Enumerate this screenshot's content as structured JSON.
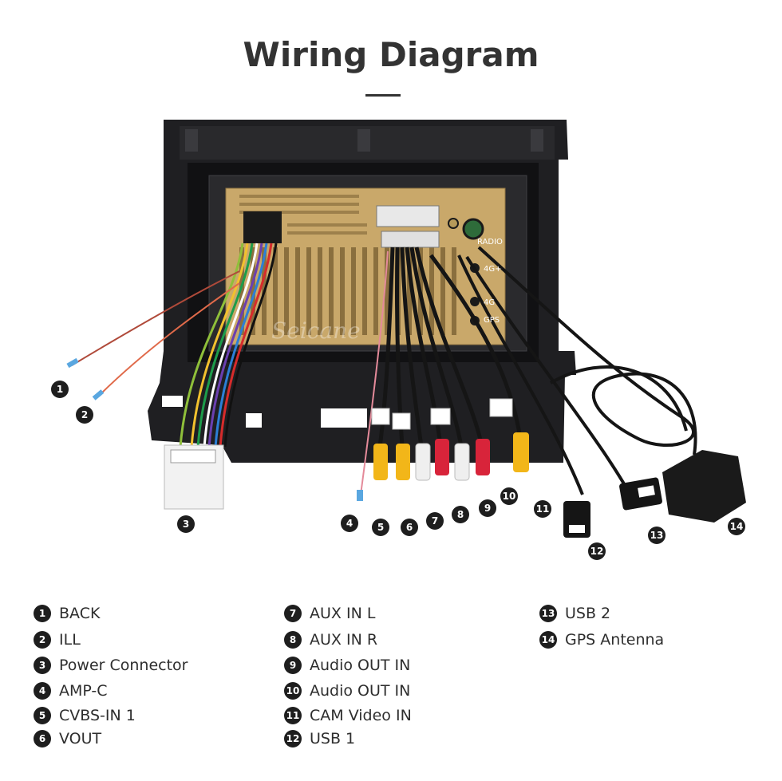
{
  "header": {
    "title": "Wiring Diagram"
  },
  "device": {
    "port_labels": [
      "RADIO",
      "4G+",
      "4G",
      "GPS"
    ],
    "watermark": "Seicane"
  },
  "callouts": [
    "1",
    "2",
    "3",
    "4",
    "5",
    "6",
    "7",
    "8",
    "9",
    "10",
    "11",
    "12",
    "13",
    "14"
  ],
  "legend": [
    {
      "num": "1",
      "label": "BACK"
    },
    {
      "num": "2",
      "label": "ILL"
    },
    {
      "num": "3",
      "label": "Power Connector"
    },
    {
      "num": "4",
      "label": "AMP-C"
    },
    {
      "num": "5",
      "label": "CVBS-IN 1"
    },
    {
      "num": "6",
      "label": "VOUT"
    },
    {
      "num": "7",
      "label": "AUX IN L"
    },
    {
      "num": "8",
      "label": "AUX IN R"
    },
    {
      "num": "9",
      "label": "Audio OUT IN"
    },
    {
      "num": "10",
      "label": "Audio OUT IN"
    },
    {
      "num": "11",
      "label": "CAM Video IN"
    },
    {
      "num": "12",
      "label": "USB  1"
    },
    {
      "num": "13",
      "label": "USB  2"
    },
    {
      "num": "14",
      "label": "GPS Antenna"
    }
  ],
  "colors": {
    "frame": "#1f1f22",
    "panel_gold": "#c9a86a",
    "rca_yellow": "#f2b619",
    "rca_white": "#efefef",
    "rca_red": "#d8243a",
    "cable": "#151515",
    "callout": "#1e1e1e"
  }
}
